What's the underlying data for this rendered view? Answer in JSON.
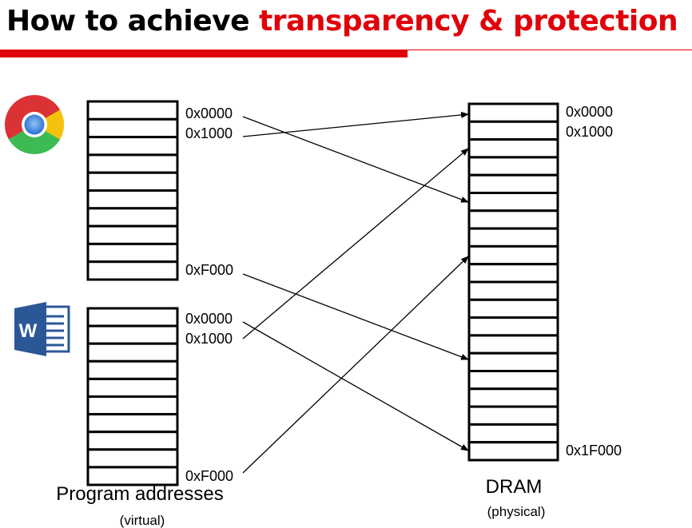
{
  "slide": {
    "title_prefix": "How to achieve ",
    "title_highlight": "transparency & protection",
    "accent_color": "#e0000a"
  },
  "apps": [
    {
      "name": "chrome-icon",
      "addresses": [
        "0x0000",
        "0x1000",
        "0xF000"
      ]
    },
    {
      "name": "word-icon",
      "addresses": [
        "0x0000",
        "0x1000",
        "0xF000"
      ],
      "logo_letter": "W"
    }
  ],
  "dram": {
    "label": "DRAM",
    "sublabel": "(physical)",
    "addresses": [
      "0x0000",
      "0x1000",
      "0x1F000"
    ]
  },
  "program": {
    "label": "Program addresses",
    "sublabel": "(virtual)"
  }
}
